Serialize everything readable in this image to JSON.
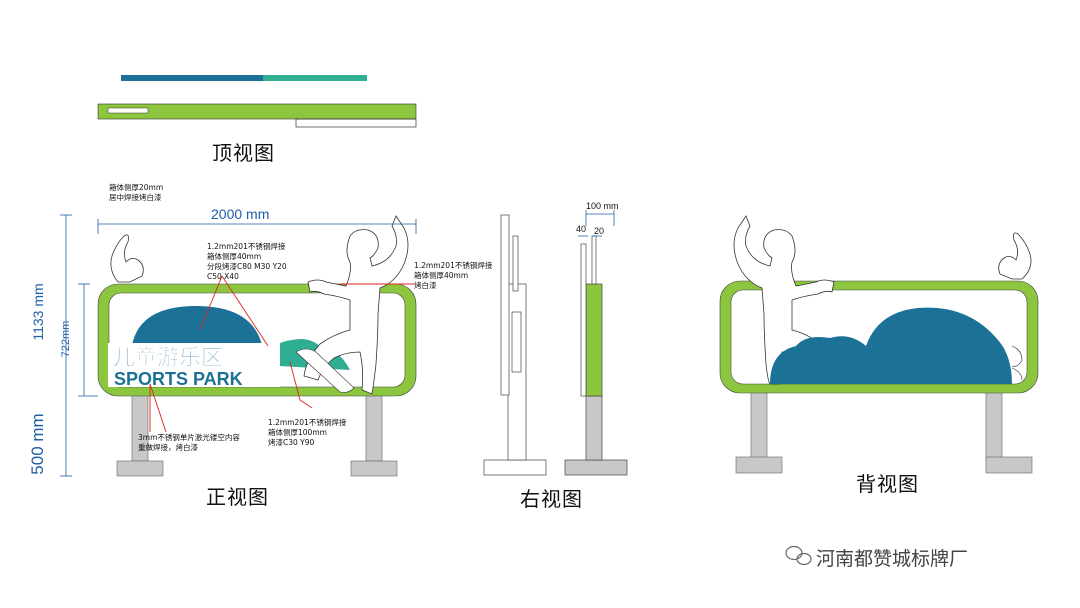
{
  "views": {
    "top": "顶视图",
    "front": "正视图",
    "right": "右视图",
    "back": "背视图"
  },
  "dimensions": {
    "width": "2000 mm",
    "total_height": "1133 mm",
    "box_height": "722mm",
    "leg_height": "500 mm",
    "right_depth": "100 mm",
    "right_a": "40",
    "right_b": "20"
  },
  "sign": {
    "title": "儿童游乐区",
    "subtitle": "SPORTS PARK"
  },
  "notes": {
    "box_side": "箱体侧厚20mm\n居中焊接烤白漆",
    "hill": "1.2mm201不锈钢焊接\n箱体侧厚40mm\n分段烤漆C80 M30 Y20\nC50 X40",
    "figure": "1.2mm201不锈钢焊接\n箱体侧厚40mm\n烤白漆",
    "green_frame": "1.2mm201不锈钢焊接\n箱体侧厚100mm\n烤漆C30 Y90",
    "text_plate": "3mm不锈钢单片激光镂空内容\n重做焊接，烤白漆"
  },
  "colors": {
    "green": "#8cc63f",
    "blue": "#1b7196",
    "teal": "#2fae94",
    "grey": "#c8c8c8",
    "dimension": "#1e5ea8",
    "leader": "#e02020"
  },
  "watermark": "河南都赞城标牌厂"
}
